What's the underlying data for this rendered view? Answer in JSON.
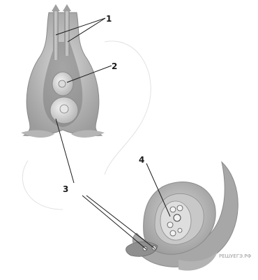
{
  "figure": {
    "labels": [
      "1",
      "2",
      "3",
      "4"
    ],
    "watermark": "РЕШУЕГЭ.РФ"
  }
}
